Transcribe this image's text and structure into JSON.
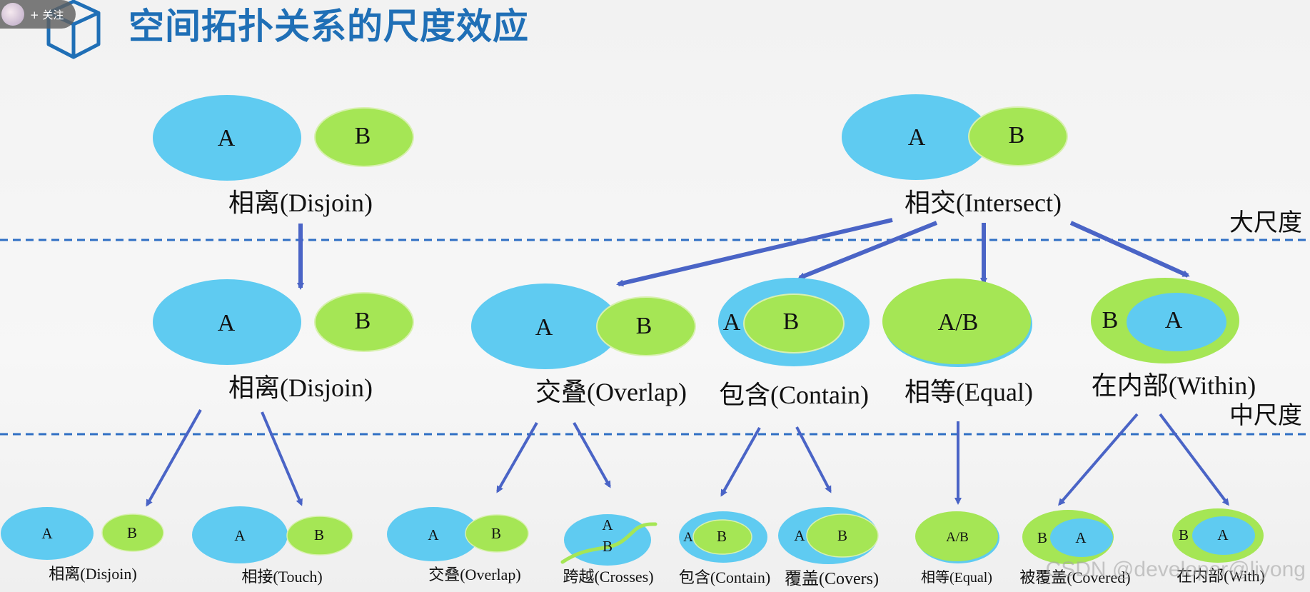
{
  "title": "空间拓扑关系的尺度效应",
  "badge": {
    "follow_label": "+ 关注"
  },
  "watermark": "CSDN @developer@liyong",
  "scale_labels": {
    "large": "大尺度",
    "medium": "中尺度"
  },
  "shape_labels": {
    "a": "A",
    "b": "B",
    "ab": "A/B"
  },
  "large_scale": {
    "disjoin": "相离(Disjoin)",
    "intersect": "相交(Intersect)"
  },
  "medium_scale": {
    "disjoin": "相离(Disjoin)",
    "overlap": "交叠(Overlap)",
    "contain": "包含(Contain)",
    "equal": "相等(Equal)",
    "within": "在内部(Within)"
  },
  "small_scale": {
    "disjoin": "相离(Disjoin)",
    "touch": "相接(Touch)",
    "overlap": "交叠(Overlap)",
    "crosses": "跨越(Crosses)",
    "contain": "包含(Contain)",
    "covers": "覆盖(Covers)",
    "equal": "相等(Equal)",
    "covered": "被覆盖(Covered)",
    "within": "在内部(With)"
  },
  "colors": {
    "shape_a": "#5fcbf1",
    "shape_b": "#a5e655",
    "arrow": "#4a64c6",
    "dash": "#2f6fc4",
    "title": "#1f6fb6",
    "cube": "#1f6fb6"
  }
}
